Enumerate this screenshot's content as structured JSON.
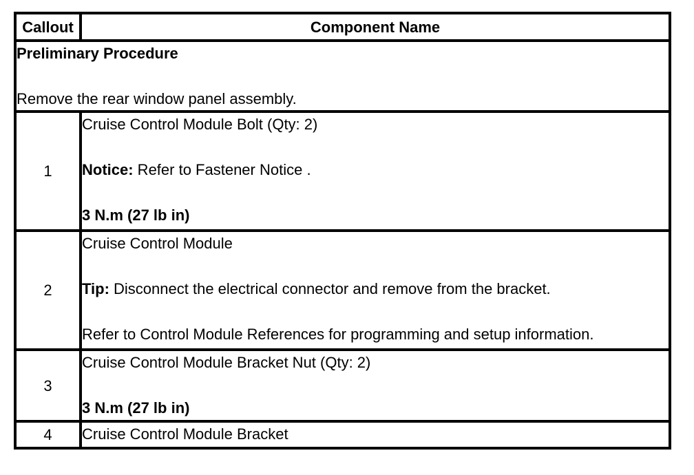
{
  "table": {
    "header": {
      "callout_label": "Callout",
      "component_label": "Component Name"
    },
    "preliminary": {
      "title": "Preliminary Procedure",
      "step": "Remove the rear window panel assembly."
    },
    "rows": [
      {
        "callout": "1",
        "lines": [
          {
            "bold": "",
            "text": "Cruise Control Module Bolt (Qty: 2)"
          },
          {
            "bold": "Notice:",
            "text": " Refer to Fastener Notice ."
          },
          {
            "bold": "3 N.m (27 lb in)",
            "text": ""
          }
        ]
      },
      {
        "callout": "2",
        "lines": [
          {
            "bold": "",
            "text": "Cruise Control Module"
          },
          {
            "bold": "Tip:",
            "text": " Disconnect the electrical connector and remove from the bracket."
          },
          {
            "bold": "",
            "text": "Refer to Control Module References for programming and setup information."
          }
        ]
      },
      {
        "callout": "3",
        "lines": [
          {
            "bold": "",
            "text": "Cruise Control Module Bracket Nut (Qty: 2)"
          },
          {
            "bold": "3 N.m (27 lb in)",
            "text": ""
          }
        ]
      },
      {
        "callout": "4",
        "lines": [
          {
            "bold": "",
            "text": "Cruise Control Module Bracket"
          }
        ]
      }
    ],
    "colors": {
      "border": "#000000",
      "background": "#ffffff",
      "text": "#000000"
    }
  }
}
